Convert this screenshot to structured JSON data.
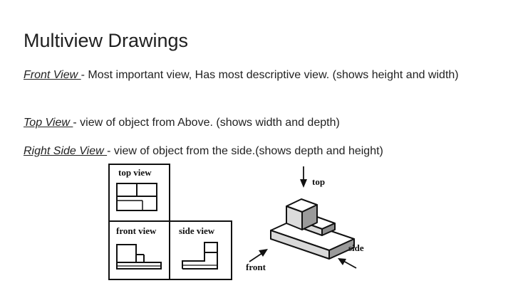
{
  "slide": {
    "title": "Multiview Drawings",
    "paragraphs": [
      {
        "term": "Front View ",
        "rest": "- Most important view, Has most descriptive view. (shows height and width)"
      },
      {
        "term": "Top View ",
        "rest": "- view of object from Above. (shows width and depth)"
      },
      {
        "term": "Right Side View ",
        "rest": "- view of object from the side.(shows depth and height)"
      }
    ]
  },
  "figure": {
    "labels": {
      "top_view": "top view",
      "front_view": "front view",
      "side_view": "side view",
      "top": "top",
      "side": "side",
      "front": "front"
    }
  }
}
